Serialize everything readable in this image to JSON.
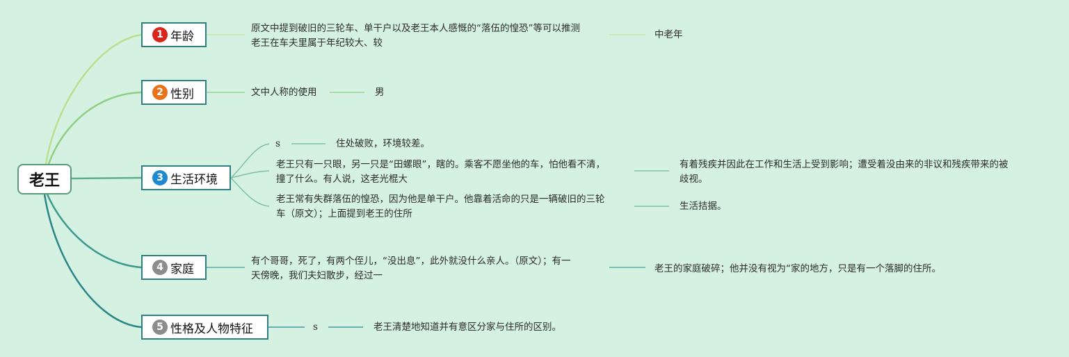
{
  "central_topic": "老王",
  "branches": [
    {
      "number": "1",
      "label": "年龄",
      "badge_color": "#d9261c",
      "evidence": [
        "原文中提到破旧的三轮车、单干户以及老王本人感慨的“落伍的惶恐”等可以推测",
        "老王在车夫里属于年纪较大、较"
      ],
      "conclusion": [
        "中老年"
      ]
    },
    {
      "number": "2",
      "label": "性别",
      "badge_color": "#e8711a",
      "evidence": [
        "文中人称的使用"
      ],
      "conclusion": [
        "男"
      ]
    },
    {
      "number": "3",
      "label": "生活环境",
      "badge_color": "#1e88d0",
      "subs": [
        {
          "evidence": [
            "s"
          ],
          "conclusion": [
            "住处破败，环境较差。"
          ]
        },
        {
          "evidence": [
            "老王只有一只眼，另一只是“田螺眼”，瞎的。乘客不愿坐他的车，怕他看不清，",
            "撞了什么。有人说，这老光棍大"
          ],
          "conclusion": [
            "有着残疾并因此在工作和生活上受到影响；遭受着没由来的非议和残疾带来的被",
            "歧视。"
          ]
        },
        {
          "evidence": [
            "老王常有失群落伍的惶恐，因为他是单干户。他靠着活命的只是一辆破旧的三轮",
            "车（原文）；上面提到老王的住所"
          ],
          "conclusion": [
            "生活拮据。"
          ]
        }
      ]
    },
    {
      "number": "4",
      "label": "家庭",
      "badge_color": "#8c8c8c",
      "evidence": [
        "有个哥哥，死了，有两个侄儿，“没出息”，此外就没什么亲人。（原文）；有一",
        "天傍晚，我们夫妇散步，经过一"
      ],
      "conclusion": [
        "老王的家庭破碎；他并没有视为“家的地方，只是有一个落脚的住所。"
      ]
    },
    {
      "number": "5",
      "label": "性格及人物特征",
      "badge_color": "#8c8c8c",
      "evidence": [
        "s"
      ],
      "conclusion": [
        "老王清楚地知道并有意区分家与住所的区别。"
      ]
    }
  ]
}
